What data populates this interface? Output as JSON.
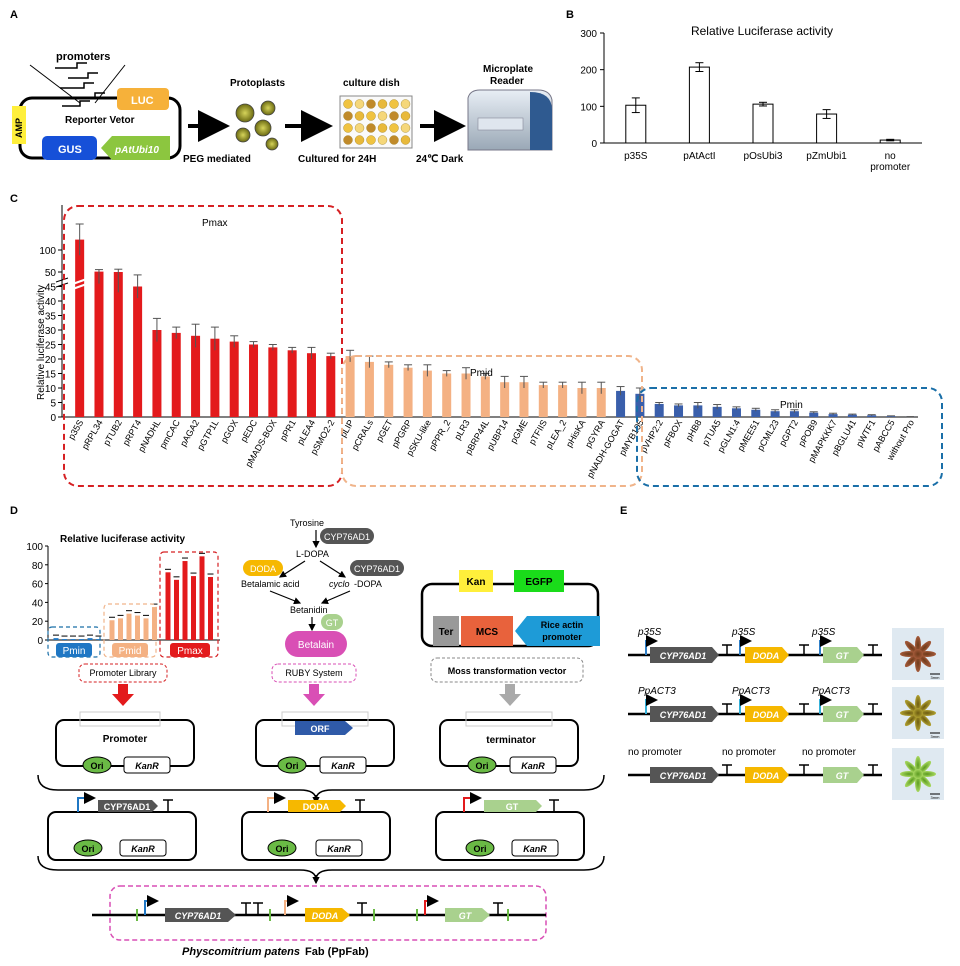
{
  "panels": {
    "a": "A",
    "b": "B",
    "c": "C",
    "d": "D",
    "e": "E"
  },
  "panel_a": {
    "promoters": "promoters",
    "luc": "LUC",
    "amp": "AMP",
    "reporter": "Reporter Vetor",
    "gus": "GUS",
    "pubi": "pAtUbi10",
    "protoplasts": "Protoplasts",
    "peg": "PEG mediated",
    "culture_dish": "culture dish",
    "cultured": "Cultured for 24H",
    "reader_l1": "Microplate",
    "reader_l2": "Reader",
    "dark": "24℃ Dark"
  },
  "chart_data": [
    {
      "type": "bar",
      "title": "Relative Luciferase activity",
      "categories": [
        "p35S",
        "pAtActI",
        "pOsUbi3",
        "pZmUbi1",
        "no promoter"
      ],
      "values": [
        103,
        207,
        106,
        79,
        8
      ],
      "errors": [
        20,
        12,
        5,
        12,
        2
      ],
      "ylim": [
        0,
        300
      ],
      "yticks": [
        0,
        100,
        200,
        300
      ],
      "xlabel": "",
      "ylabel": ""
    },
    {
      "type": "bar",
      "title": "",
      "ylabel": "Relative luciferase activity",
      "yticks": [
        0,
        5,
        10,
        15,
        20,
        25,
        30,
        35,
        40,
        45,
        50,
        100
      ],
      "axis_break": true,
      "groups": {
        "pmax": "Pmax",
        "pmid": "Pmid",
        "pmin": "Pmin"
      },
      "colors": {
        "pmax": "#e31a1c",
        "pmid": "#f4b183",
        "pmin": "#3a5fab"
      },
      "series": [
        {
          "group": "pmax",
          "categories": [
            "p35S",
            "pRPL34",
            "pTUB2",
            "pRPT4",
            "pNADHL",
            "pmCAC",
            "pAGA2",
            "pGTP1L",
            "pGOX",
            "pEDC",
            "pMADS-BOX",
            "pPR1",
            "pLEA4",
            "pSMO2-2"
          ],
          "values": [
            104,
            51,
            50,
            45,
            30,
            29,
            28,
            27,
            26,
            25,
            24,
            23,
            22,
            21
          ],
          "errors": [
            6,
            5,
            7,
            4,
            4,
            2,
            4,
            4,
            2,
            1,
            1,
            1,
            2,
            1
          ]
        },
        {
          "group": "pmid",
          "categories": [
            "pLIP",
            "pCRALs",
            "pGET",
            "pPGRP",
            "pSKU-like",
            "pPPR_2",
            "pLR3",
            "pBRP44L",
            "pUBP14",
            "pGME",
            "pTFIIS",
            "pLEA_2",
            "pHisKA",
            "pGYRA"
          ],
          "values": [
            21,
            19,
            18,
            17,
            16,
            15,
            15,
            14,
            12,
            12,
            11,
            11,
            10,
            10
          ],
          "errors": [
            2,
            2,
            1,
            1,
            2,
            1,
            2,
            1,
            2,
            2,
            1,
            1,
            2,
            2
          ]
        },
        {
          "group": "pmin",
          "categories": [
            "pNADH-GOGAT",
            "pMYB105",
            "pVHP2:2",
            "pFBOX",
            "pHB8",
            "pTUA5",
            "pGLN1:4",
            "pMEE51",
            "pCML23",
            "pGPT2",
            "pPOB9",
            "pMAPKKK7",
            "pBGLU41",
            "pWTF1",
            "pABCC5",
            "without Pro"
          ],
          "values": [
            9,
            8,
            4.5,
            4,
            4,
            3.5,
            3,
            2.5,
            2,
            2,
            1.5,
            1,
            0.8,
            0.6,
            0.3,
            0.1
          ],
          "errors": [
            1.5,
            2,
            0.5,
            0.5,
            1,
            0.8,
            0.5,
            0.5,
            0.5,
            0.5,
            0.3,
            0.3,
            0.2,
            0.2,
            0.1,
            0.05
          ]
        }
      ]
    },
    {
      "type": "bar",
      "title": "Relative luciferase activity",
      "yticks": [
        0,
        20,
        40,
        60,
        80,
        100
      ],
      "ylim": [
        0,
        100
      ],
      "series": [
        {
          "name": "Pmin",
          "values": [
            2,
            1,
            1,
            1,
            2,
            1
          ]
        },
        {
          "name": "Pmid",
          "values": [
            21,
            23,
            28,
            26,
            23,
            35
          ]
        },
        {
          "name": "Pmax",
          "values": [
            72,
            64,
            84,
            68,
            89,
            67
          ]
        }
      ],
      "xlabel": "",
      "ylabel": ""
    }
  ],
  "panel_d": {
    "promoter_library": "Promoter Library",
    "ruby_system": "RUBY System",
    "moss_vector": "Moss transformation vector",
    "tyrosine": "Tyrosine",
    "cyp": "CYP76AD1",
    "ldopa": "L-DOPA",
    "doda": "DODA",
    "betalamic": "Betalamic acid",
    "cyclo": "cyclo",
    "cyclo_rest": "-DOPA",
    "betanidin": "Betanidin",
    "gt": "GT",
    "betalain": "Betalain",
    "kan": "Kan",
    "egfp": "EGFP",
    "ter": "Ter",
    "mcs": "MCS",
    "rice_l1": "Rice actin",
    "rice_l2": "promoter",
    "promoter": "Promoter",
    "orf": "ORF",
    "terminator": "terminator",
    "ori": "Ori",
    "kanr": "KanR",
    "fab_italic": "Physcomitrium patens",
    "fab_rest": " Fab (PpFab)"
  },
  "panel_e": {
    "rows": [
      {
        "promoter": "p35S"
      },
      {
        "promoter": "PpACT3"
      },
      {
        "promoter": "no promoter"
      }
    ],
    "cyp": "CYP76AD1",
    "doda": "DODA",
    "gt": "GT",
    "scalebar": "3mm"
  }
}
